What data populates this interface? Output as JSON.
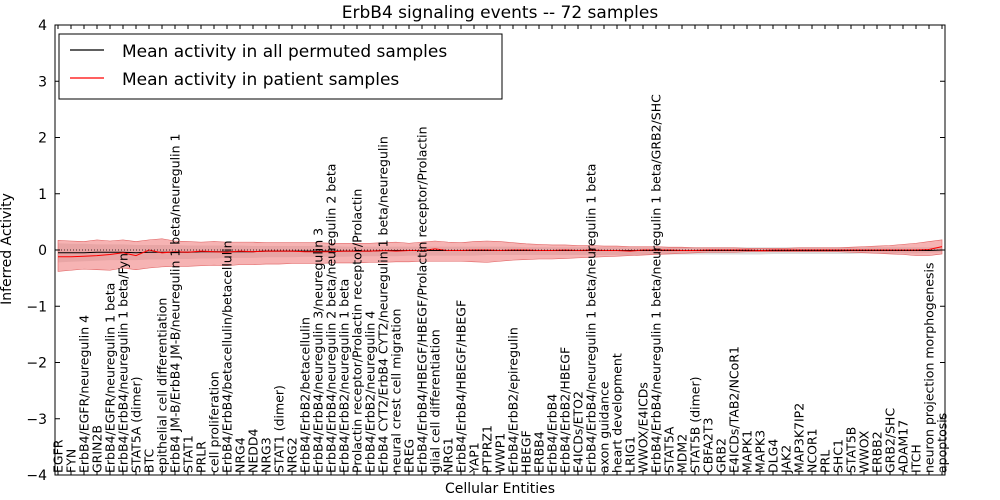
{
  "chart_data": {
    "type": "line",
    "title": "ErbB4 signaling events -- 72 samples",
    "xlabel": "Cellular Entities",
    "ylabel": "Inferred Activity",
    "ylim": [
      -4,
      4
    ],
    "yticks": [
      "4",
      "3",
      "2",
      "1",
      "0",
      "−1",
      "−2",
      "−3",
      "−4"
    ],
    "grid": false,
    "legend_position": "top-left",
    "categories": [
      "EGFR",
      "FYN",
      "ErbB4/EGFR/neuregulin 4",
      "GRIN2B",
      "ErbB4/EGFR/neuregulin 1 beta",
      "ErbB4/ErbB4/neuregulin 1 beta/Fyn",
      "STAT5A (dimer)",
      "BTC",
      "epithelial cell differentiation",
      "ErbB4 JM-B/ErbB4 JM-B/neuregulin 1 beta/neuregulin 1",
      "STAT1",
      "PRLR",
      "cell proliferation",
      "ErbB4/ErbB4/betacellulin/betacellulin",
      "NRG4",
      "NEDD4",
      "NRG3",
      "STAT1 (dimer)",
      "NRG2",
      "ErbB4/ErbB2/betacellulin",
      "ErbB4/ErbB4/neuregulin 3/neuregulin 3",
      "ErbB4/ErbB4/neuregulin 2 beta/neuregulin 2 beta",
      "ErbB4/ErbB2/neuregulin 1 beta",
      "Prolactin receptor/Prolactin receptor/Prolactin",
      "ErbB4/ErbB2/neuregulin 4",
      "ErbB4 CYT2/ErbB4 CYT2/neuregulin 1 beta/neuregulin",
      "neural crest cell migration",
      "EREG",
      "ErbB4/ErbB4/HBEGF/HBEGF/Prolactin receptor/Prolactin",
      "glial cell differentiation",
      "NRG1",
      "ErbB4/ErbB4/HBEGF/HBEGF",
      "YAP1",
      "PTPRZ1",
      "WWP1",
      "ErbB4/ErbB2/epiregulin",
      "HBEGF",
      "ERBB4",
      "ErbB4/ErbB4",
      "ErbB4/ErbB2/HBEGF",
      "E4ICDs/ETO2",
      "ErbB4/ErbB4/neuregulin 1 beta/neuregulin 1 beta",
      "axon guidance",
      "heart development",
      "LRIG1",
      "WWOX/E4ICDs",
      "ErbB4/ErbB4/neuregulin 1 beta/neuregulin 1 beta/GRB2/SHC",
      "STAT5A",
      "MDM2",
      "STAT5B (dimer)",
      "CBFA2T3",
      "GRB2",
      "E4ICDs/TAB2/NCoR1",
      "MAPK1",
      "MAPK3",
      "DLG4",
      "JAK2",
      "MAP3K7IP2",
      "NCOR1",
      "PRL",
      "SHC1",
      "STAT5B",
      "WWOX",
      "ERBB2",
      "GRB2/SHC",
      "ADAM17",
      "ITCH",
      "neuron projection morphogenesis",
      "apoptosis"
    ],
    "series": [
      {
        "name": "Mean activity in all permuted samples",
        "color": "#000000",
        "band_color": "#bdbdbd",
        "values": [
          -0.05,
          -0.05,
          -0.05,
          -0.04,
          -0.04,
          -0.04,
          -0.05,
          -0.04,
          -0.04,
          -0.04,
          -0.04,
          -0.03,
          -0.03,
          -0.03,
          -0.03,
          -0.03,
          -0.02,
          -0.02,
          -0.02,
          -0.02,
          -0.02,
          -0.02,
          -0.02,
          -0.02,
          -0.02,
          -0.01,
          -0.01,
          -0.01,
          -0.01,
          -0.01,
          -0.01,
          -0.01,
          -0.01,
          -0.01,
          -0.01,
          -0.01,
          -0.01,
          -0.01,
          -0.01,
          -0.01,
          -0.01,
          -0.01,
          -0.01,
          -0.01,
          -0.01,
          -0.01,
          -0.01,
          -0.01,
          -0.01,
          -0.01,
          -0.01,
          -0.01,
          -0.01,
          -0.01,
          -0.01,
          -0.01,
          -0.01,
          -0.01,
          -0.01,
          -0.01,
          -0.01,
          -0.01,
          -0.01,
          -0.01,
          -0.01,
          -0.01,
          -0.01,
          -0.01,
          0.0
        ],
        "lower": [
          -0.22,
          -0.21,
          -0.2,
          -0.19,
          -0.18,
          -0.18,
          -0.18,
          -0.17,
          -0.17,
          -0.16,
          -0.16,
          -0.15,
          -0.15,
          -0.14,
          -0.14,
          -0.14,
          -0.13,
          -0.13,
          -0.13,
          -0.12,
          -0.12,
          -0.12,
          -0.12,
          -0.11,
          -0.11,
          -0.11,
          -0.11,
          -0.1,
          -0.1,
          -0.1,
          -0.1,
          -0.1,
          -0.1,
          -0.09,
          -0.09,
          -0.09,
          -0.09,
          -0.09,
          -0.09,
          -0.09,
          -0.09,
          -0.09,
          -0.09,
          -0.09,
          -0.09,
          -0.08,
          -0.08,
          -0.08,
          -0.08,
          -0.08,
          -0.08,
          -0.08,
          -0.08,
          -0.08,
          -0.08,
          -0.07,
          -0.07,
          -0.07,
          -0.07,
          -0.07,
          -0.07,
          -0.07,
          -0.06,
          -0.06,
          -0.06,
          -0.06,
          -0.06,
          -0.05,
          -0.04
        ],
        "upper": [
          0.12,
          0.11,
          0.11,
          0.1,
          0.1,
          0.1,
          0.09,
          0.09,
          0.09,
          0.09,
          0.08,
          0.08,
          0.08,
          0.08,
          0.08,
          0.07,
          0.07,
          0.07,
          0.07,
          0.07,
          0.07,
          0.07,
          0.06,
          0.06,
          0.06,
          0.06,
          0.06,
          0.06,
          0.06,
          0.06,
          0.06,
          0.06,
          0.06,
          0.06,
          0.06,
          0.06,
          0.05,
          0.05,
          0.05,
          0.05,
          0.05,
          0.05,
          0.05,
          0.05,
          0.05,
          0.05,
          0.05,
          0.05,
          0.05,
          0.05,
          0.05,
          0.05,
          0.05,
          0.05,
          0.05,
          0.05,
          0.05,
          0.05,
          0.05,
          0.05,
          0.05,
          0.05,
          0.05,
          0.05,
          0.05,
          0.05,
          0.05,
          0.05,
          0.05
        ]
      },
      {
        "name": "Mean activity in patient samples",
        "color": "#ff0000",
        "band_color": "#f08080",
        "values": [
          -0.12,
          -0.12,
          -0.11,
          -0.1,
          -0.08,
          -0.05,
          -0.1,
          0.0,
          -0.05,
          -0.03,
          -0.04,
          -0.02,
          -0.03,
          -0.04,
          -0.02,
          -0.03,
          -0.02,
          -0.02,
          -0.02,
          -0.03,
          -0.03,
          -0.03,
          -0.02,
          -0.02,
          -0.02,
          -0.01,
          -0.02,
          -0.01,
          -0.01,
          0.02,
          -0.01,
          -0.01,
          0.0,
          0.0,
          -0.01,
          0.0,
          0.0,
          -0.01,
          -0.01,
          0.0,
          -0.01,
          0.0,
          -0.01,
          -0.01,
          -0.02,
          0.0,
          0.0,
          0.0,
          -0.01,
          -0.01,
          0.0,
          0.0,
          0.0,
          0.0,
          -0.01,
          0.0,
          0.0,
          0.0,
          0.0,
          0.0,
          0.0,
          0.0,
          0.0,
          0.0,
          0.0,
          0.0,
          0.0,
          0.01,
          0.06
        ],
        "lower": [
          -0.38,
          -0.36,
          -0.34,
          -0.35,
          -0.36,
          -0.32,
          -0.35,
          -0.32,
          -0.3,
          -0.29,
          -0.29,
          -0.28,
          -0.27,
          -0.28,
          -0.26,
          -0.26,
          -0.25,
          -0.25,
          -0.24,
          -0.24,
          -0.24,
          -0.23,
          -0.23,
          -0.23,
          -0.22,
          -0.22,
          -0.21,
          -0.21,
          -0.2,
          -0.2,
          -0.2,
          -0.2,
          -0.21,
          -0.22,
          -0.2,
          -0.18,
          -0.17,
          -0.16,
          -0.16,
          -0.15,
          -0.14,
          -0.13,
          -0.12,
          -0.11,
          -0.1,
          -0.09,
          -0.08,
          -0.07,
          -0.06,
          -0.05,
          -0.04,
          -0.04,
          -0.04,
          -0.03,
          -0.03,
          -0.03,
          -0.03,
          -0.03,
          -0.03,
          -0.03,
          -0.03,
          -0.04,
          -0.05,
          -0.06,
          -0.07,
          -0.08,
          -0.1,
          -0.1,
          -0.07
        ],
        "upper": [
          0.17,
          0.16,
          0.15,
          0.18,
          0.16,
          0.18,
          0.15,
          0.18,
          0.2,
          0.16,
          0.15,
          0.14,
          0.15,
          0.14,
          0.14,
          0.14,
          0.13,
          0.13,
          0.13,
          0.13,
          0.13,
          0.12,
          0.12,
          0.12,
          0.12,
          0.13,
          0.14,
          0.12,
          0.14,
          0.16,
          0.14,
          0.13,
          0.15,
          0.16,
          0.15,
          0.13,
          0.11,
          0.1,
          0.09,
          0.09,
          0.08,
          0.08,
          0.07,
          0.07,
          0.06,
          0.06,
          0.06,
          0.05,
          0.05,
          0.04,
          0.04,
          0.04,
          0.04,
          0.03,
          0.03,
          0.03,
          0.03,
          0.04,
          0.04,
          0.04,
          0.04,
          0.05,
          0.06,
          0.07,
          0.08,
          0.1,
          0.12,
          0.15,
          0.18
        ]
      }
    ]
  }
}
